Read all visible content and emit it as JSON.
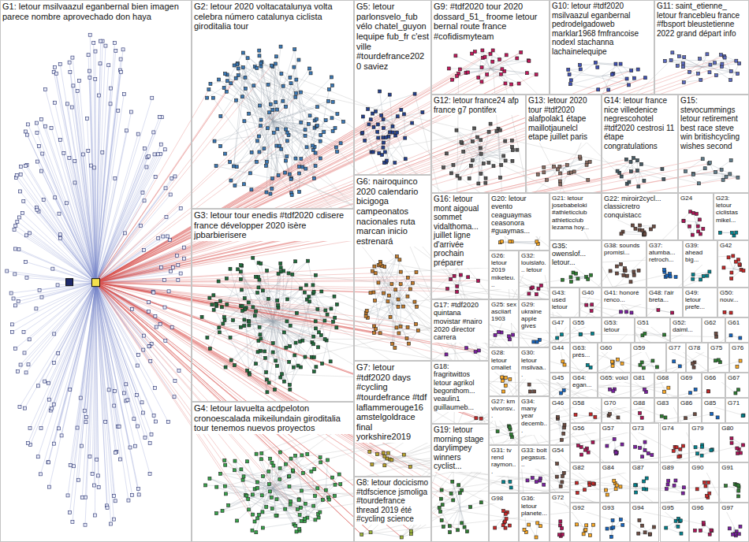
{
  "diagram": {
    "nodes": [
      {
        "text": [
          "G1: letour msilvaazul eganbernal bien imagen parece nombre aprovechado don haya"
        ]
      },
      {
        "text": [
          "G2: letour 2020 voltacatalunya volta celebra número catalunya ciclista giroditalia tour"
        ]
      },
      {
        "text": [
          "G3: letour tour enedis #tdf2020 cdisere france développer 2020 isère jpbarbierisere"
        ]
      },
      {
        "text": [
          "G4: letour lavuelta acdpeloton cronoescalada mikeilundain giroditalia tour tenemos nuevos proyectos"
        ]
      },
      {
        "text": [
          "G5: letour parlonsvelo_fub vélo chatel_guyon lequipe fub_fr c'est ville #tourdefrance2020 saviez"
        ]
      },
      {
        "text": [
          "G6: nairoquinco 2020 calendario bicigoga campeonatos nacionales ruta marcan inicio estrenará"
        ]
      },
      {
        "text": [
          "G7: letour #tdf2020 days #cycling #tourdefrance #tdf laflammerouge16 amstelgoldrace final yorkshire2019"
        ]
      },
      {
        "text": [
          "G8: letour docicismo #tdfscience jsmoliga #tourdefrance thread 2019 été #cycling science"
        ]
      },
      {
        "text": [
          "G9: #tdf2020 tour 2020 dossard_51_ froome letour bernal route france #cofidismyteam"
        ]
      },
      {
        "text": [
          "G10: letour #tdf2020 msilvaazul eganbernal pedrodelgadoweb marklar1968 fmfrancoise nodexl stachanna lachainelequipe"
        ]
      },
      {
        "text": [
          "G11: saint_etienne_ letour francebleu france #fbsport bleustetienne 2022 grand départ info"
        ]
      },
      {
        "text": [
          "G12: letour france24 afp france g7 pontifex"
        ]
      },
      {
        "text": [
          "G13: letour 2020 tour #tdf2020 alafpolak1 étape maillotjaunelcl etape juillet paris"
        ]
      },
      {
        "text": [
          "G14: letour france nice villedenice negrescohotel #tdf2020 cestrosi 11 étape congratulations"
        ]
      },
      {
        "text": [
          "G15: stevocummings letour retirement best race steve win britishcycling wishes second"
        ]
      },
      {
        "text": [
          "G16: letour mont aigoual sommet vidalthoma... juillet ligne d'arrivée prochain préparer"
        ]
      },
      {
        "text": [
          "G17: #tdf2020 quintana movistar #nairo 2020 director carrera"
        ]
      },
      {
        "text": [
          "G18: fragritwittos letour agrikol begonthom... veaulin1 guillaumeb..."
        ]
      },
      {
        "text": [
          "G19: letour morning stage darylimpey winners cyclist..."
        ]
      },
      {
        "text": [
          "G20: letour evento ceaguaymas ceasonora #guaymas..."
        ]
      },
      {
        "text": [
          "G21: letour josebabeloki #athleticclub athleticclub lezama hoy..."
        ]
      },
      {
        "text": [
          "G22: miroir2cycl... classicretro conquistacc"
        ]
      },
      {
        "text": [
          "G23: letour ciclistas mikel..."
        ]
      },
      {
        "text": [
          "G24"
        ]
      },
      {
        "text": [
          "G25: sex asciiart 1903"
        ]
      },
      {
        "text": [
          "G26: letour 2019 miketeu..."
        ]
      },
      {
        "text": [
          "G27: km vivonsv..."
        ]
      },
      {
        "text": [
          "G28: letour cmallet"
        ]
      },
      {
        "text": [
          "G29: ukraine apple gives"
        ]
      },
      {
        "text": [
          "G30: letour msilvaa..."
        ]
      },
      {
        "text": [
          "G31: tv rend raymon..."
        ]
      },
      {
        "text": [
          "G32: louislafo... letour"
        ]
      },
      {
        "text": [
          "G33: bolt pegasus..."
        ]
      },
      {
        "text": [
          "G34: many year decemb..."
        ]
      },
      {
        "text": [
          "G35: owenslof... letour..."
        ]
      },
      {
        "text": [
          "G36: letour planete..."
        ]
      },
      {
        "text": [
          "G37: atumba... retroch..."
        ]
      },
      {
        "text": [
          "G38: sounds promisi..."
        ]
      },
      {
        "text": [
          "G39: ahead big..."
        ]
      },
      {
        "text": [
          "G40"
        ]
      },
      {
        "text": [
          "G41: honoré renco..."
        ]
      },
      {
        "text": [
          "G42"
        ]
      },
      {
        "text": [
          "G43: used letour"
        ]
      },
      {
        "text": [
          "G44"
        ]
      },
      {
        "text": [
          "G45"
        ]
      },
      {
        "text": [
          "G46"
        ]
      },
      {
        "text": [
          "G47"
        ]
      },
      {
        "text": [
          "G48: l'air breta..."
        ]
      },
      {
        "text": [
          "G49: letour prefe..."
        ]
      },
      {
        "text": [
          "G50: nouv..."
        ]
      },
      {
        "text": [
          "G51"
        ]
      },
      {
        "text": [
          "G52: daiml..."
        ]
      },
      {
        "text": [
          "G53: letour"
        ]
      },
      {
        "text": [
          "G54"
        ]
      },
      {
        "text": [
          "G55"
        ]
      },
      {
        "text": [
          "G56"
        ]
      },
      {
        "text": [
          "G57"
        ]
      },
      {
        "text": [
          "G58"
        ]
      },
      {
        "text": [
          "G59"
        ]
      },
      {
        "text": [
          "G60"
        ]
      },
      {
        "text": [
          "G61"
        ]
      },
      {
        "text": [
          "G62"
        ]
      },
      {
        "text": [
          "G63: prés..."
        ]
      },
      {
        "text": [
          "G64: egan..."
        ]
      },
      {
        "text": [
          "G65: voici"
        ]
      },
      {
        "text": [
          "G66"
        ]
      },
      {
        "text": [
          "G67"
        ]
      },
      {
        "text": [
          "G68"
        ]
      },
      {
        "text": [
          "G69"
        ]
      },
      {
        "text": [
          "G70"
        ]
      },
      {
        "text": [
          "G71"
        ]
      },
      {
        "text": [
          "G72"
        ]
      },
      {
        "text": [
          "G73"
        ]
      },
      {
        "text": [
          "G74"
        ]
      },
      {
        "text": [
          "G75"
        ]
      },
      {
        "text": [
          "G76"
        ]
      },
      {
        "text": [
          "G77"
        ]
      },
      {
        "text": [
          "G78"
        ]
      },
      {
        "text": [
          "G79"
        ]
      },
      {
        "text": [
          "G80"
        ]
      },
      {
        "text": [
          "G81"
        ]
      },
      {
        "text": [
          "G82"
        ]
      },
      {
        "text": [
          "G83"
        ]
      },
      {
        "text": [
          "G84"
        ]
      },
      {
        "text": [
          "G85"
        ]
      },
      {
        "text": [
          "G86"
        ]
      },
      {
        "text": [
          "G87"
        ]
      },
      {
        "text": [
          "G88"
        ]
      },
      {
        "text": [
          "G89"
        ]
      },
      {
        "text": [
          "G90"
        ]
      },
      {
        "text": [
          "G91"
        ]
      },
      {
        "text": [
          "G92"
        ]
      },
      {
        "text": [
          "G93"
        ]
      },
      {
        "text": [
          "G94"
        ]
      },
      {
        "text": [
          "G95"
        ]
      },
      {
        "text": [
          "G96"
        ]
      },
      {
        "text": [
          "G97"
        ]
      },
      {
        "text": [
          "G98"
        ]
      }
    ]
  }
}
